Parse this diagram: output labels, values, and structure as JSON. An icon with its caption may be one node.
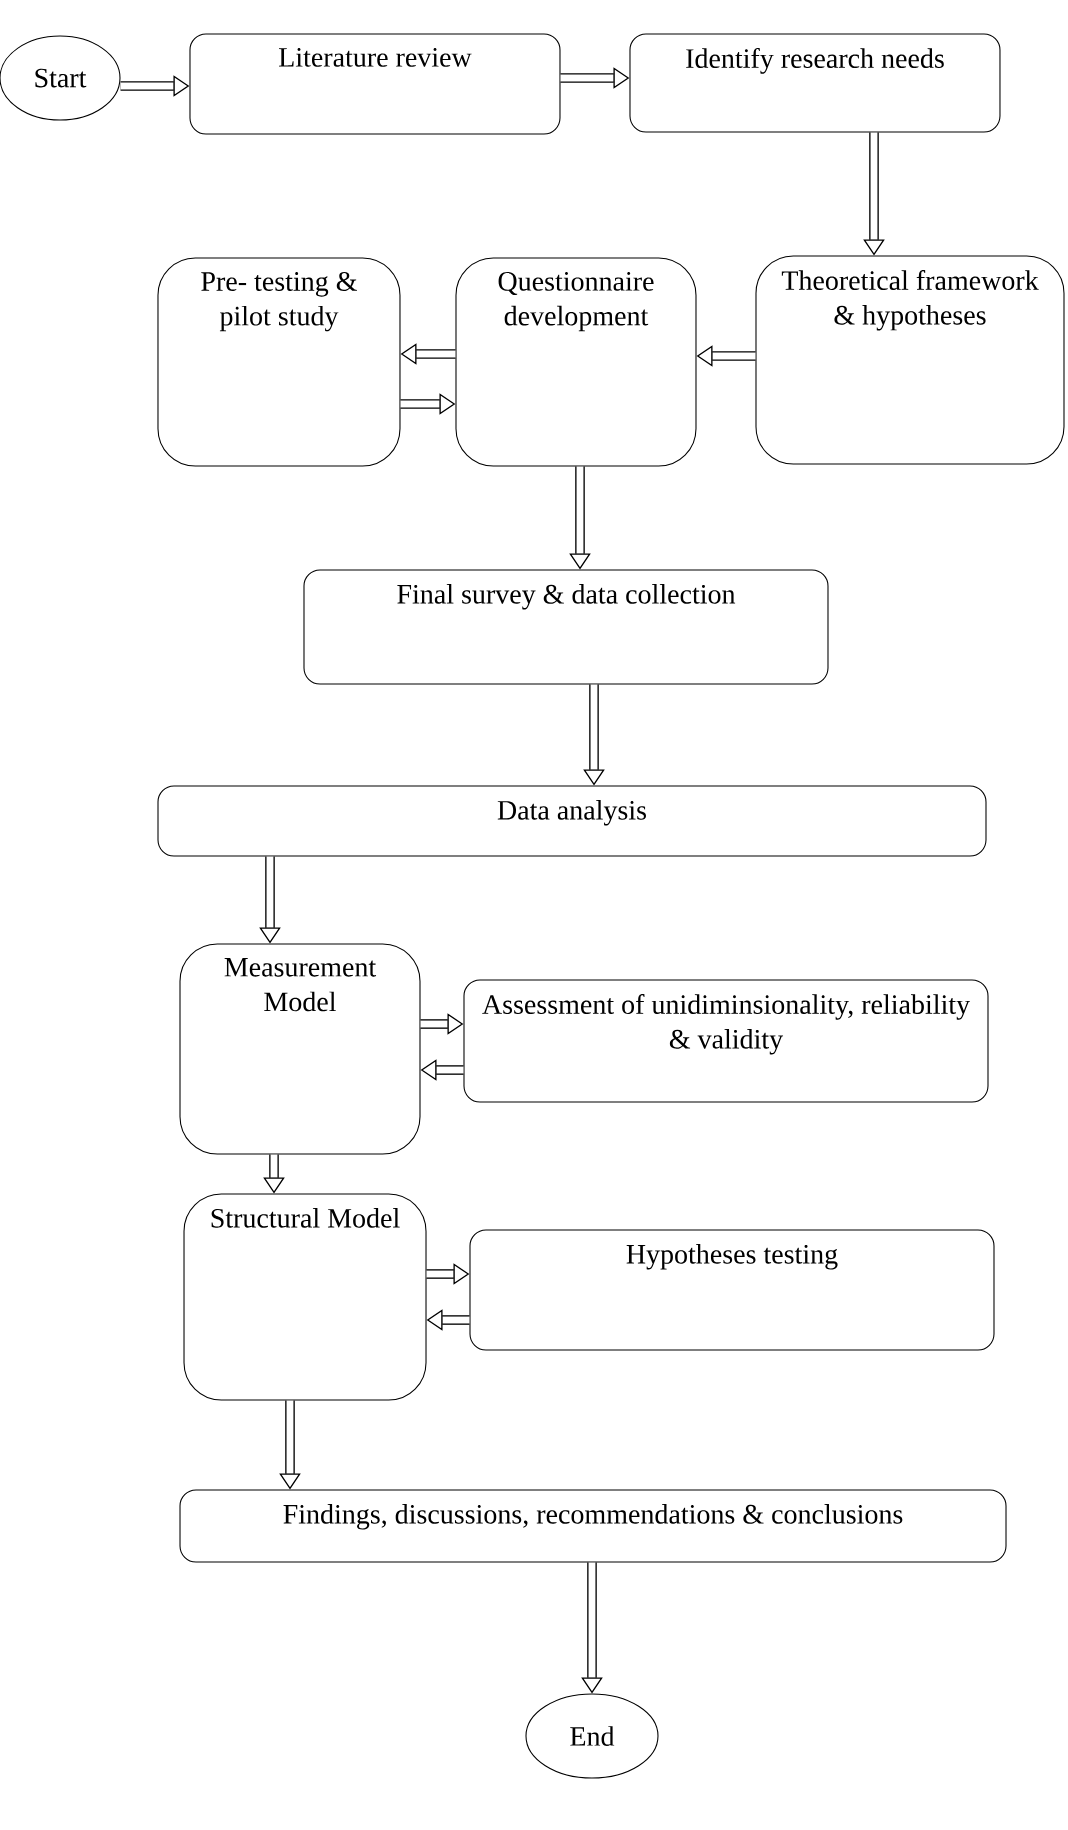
{
  "diagram": {
    "nodes": [
      {
        "text": [
          "Start"
        ]
      },
      {
        "text": [
          "Literature review"
        ]
      },
      {
        "text": [
          "Identify research needs"
        ]
      },
      {
        "text": [
          "Theoretical framework & hypotheses"
        ]
      },
      {
        "text": [
          "Questionnaire development"
        ]
      },
      {
        "text": [
          "Pre- testing & pilot study"
        ]
      },
      {
        "text": [
          "Final survey & data collection"
        ]
      },
      {
        "text": [
          "Data analysis"
        ]
      },
      {
        "text": [
          "Measurement Model"
        ]
      },
      {
        "text": [
          "Assessment of unidiminsionality, reliability & validity"
        ]
      },
      {
        "text": [
          "Structural Model"
        ]
      },
      {
        "text": [
          "Hypotheses testing"
        ]
      },
      {
        "text": [
          "Findings, discussions, recommendations & conclusions"
        ]
      },
      {
        "text": [
          "End"
        ]
      }
    ],
    "edges": [
      {
        "from": 0,
        "to": 1,
        "arrow": "to"
      },
      {
        "from": 1,
        "to": 2,
        "arrow": "to"
      },
      {
        "from": 2,
        "to": 3,
        "arrow": "to"
      },
      {
        "from": 3,
        "to": 4,
        "arrow": "to"
      },
      {
        "from": 4,
        "to": 5,
        "arrow": "to"
      },
      {
        "from": 5,
        "to": 4,
        "arrow": "to"
      },
      {
        "from": 4,
        "to": 6,
        "arrow": "to"
      },
      {
        "from": 6,
        "to": 7,
        "arrow": "to"
      },
      {
        "from": 7,
        "to": 8,
        "arrow": "to"
      },
      {
        "from": 8,
        "to": 9,
        "arrow": "to"
      },
      {
        "from": 9,
        "to": 8,
        "arrow": "to"
      },
      {
        "from": 8,
        "to": 10,
        "arrow": "to"
      },
      {
        "from": 10,
        "to": 11,
        "arrow": "to"
      },
      {
        "from": 11,
        "to": 10,
        "arrow": "to"
      },
      {
        "from": 10,
        "to": 12,
        "arrow": "to"
      },
      {
        "from": 12,
        "to": 13,
        "arrow": "to"
      }
    ]
  }
}
